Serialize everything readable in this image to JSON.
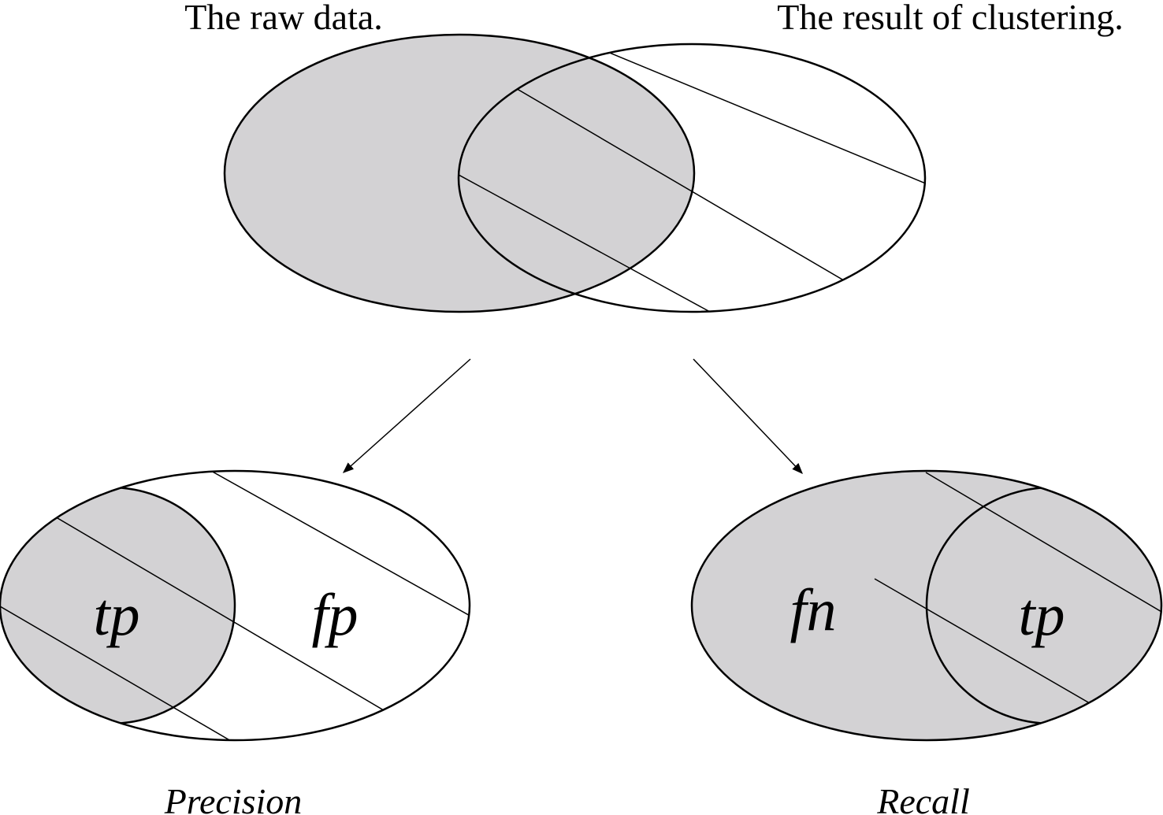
{
  "labels": {
    "raw_data": "The raw data.",
    "clustering_result": "The result of clustering.",
    "precision": "Precision",
    "recall": "Recall",
    "precision_tp": "tp",
    "precision_fp": "fp",
    "recall_fn": "fn",
    "recall_tp": "tp"
  },
  "colors": {
    "shaded": "#d3d2d4",
    "background": "#ffffff",
    "line": "#000000"
  }
}
